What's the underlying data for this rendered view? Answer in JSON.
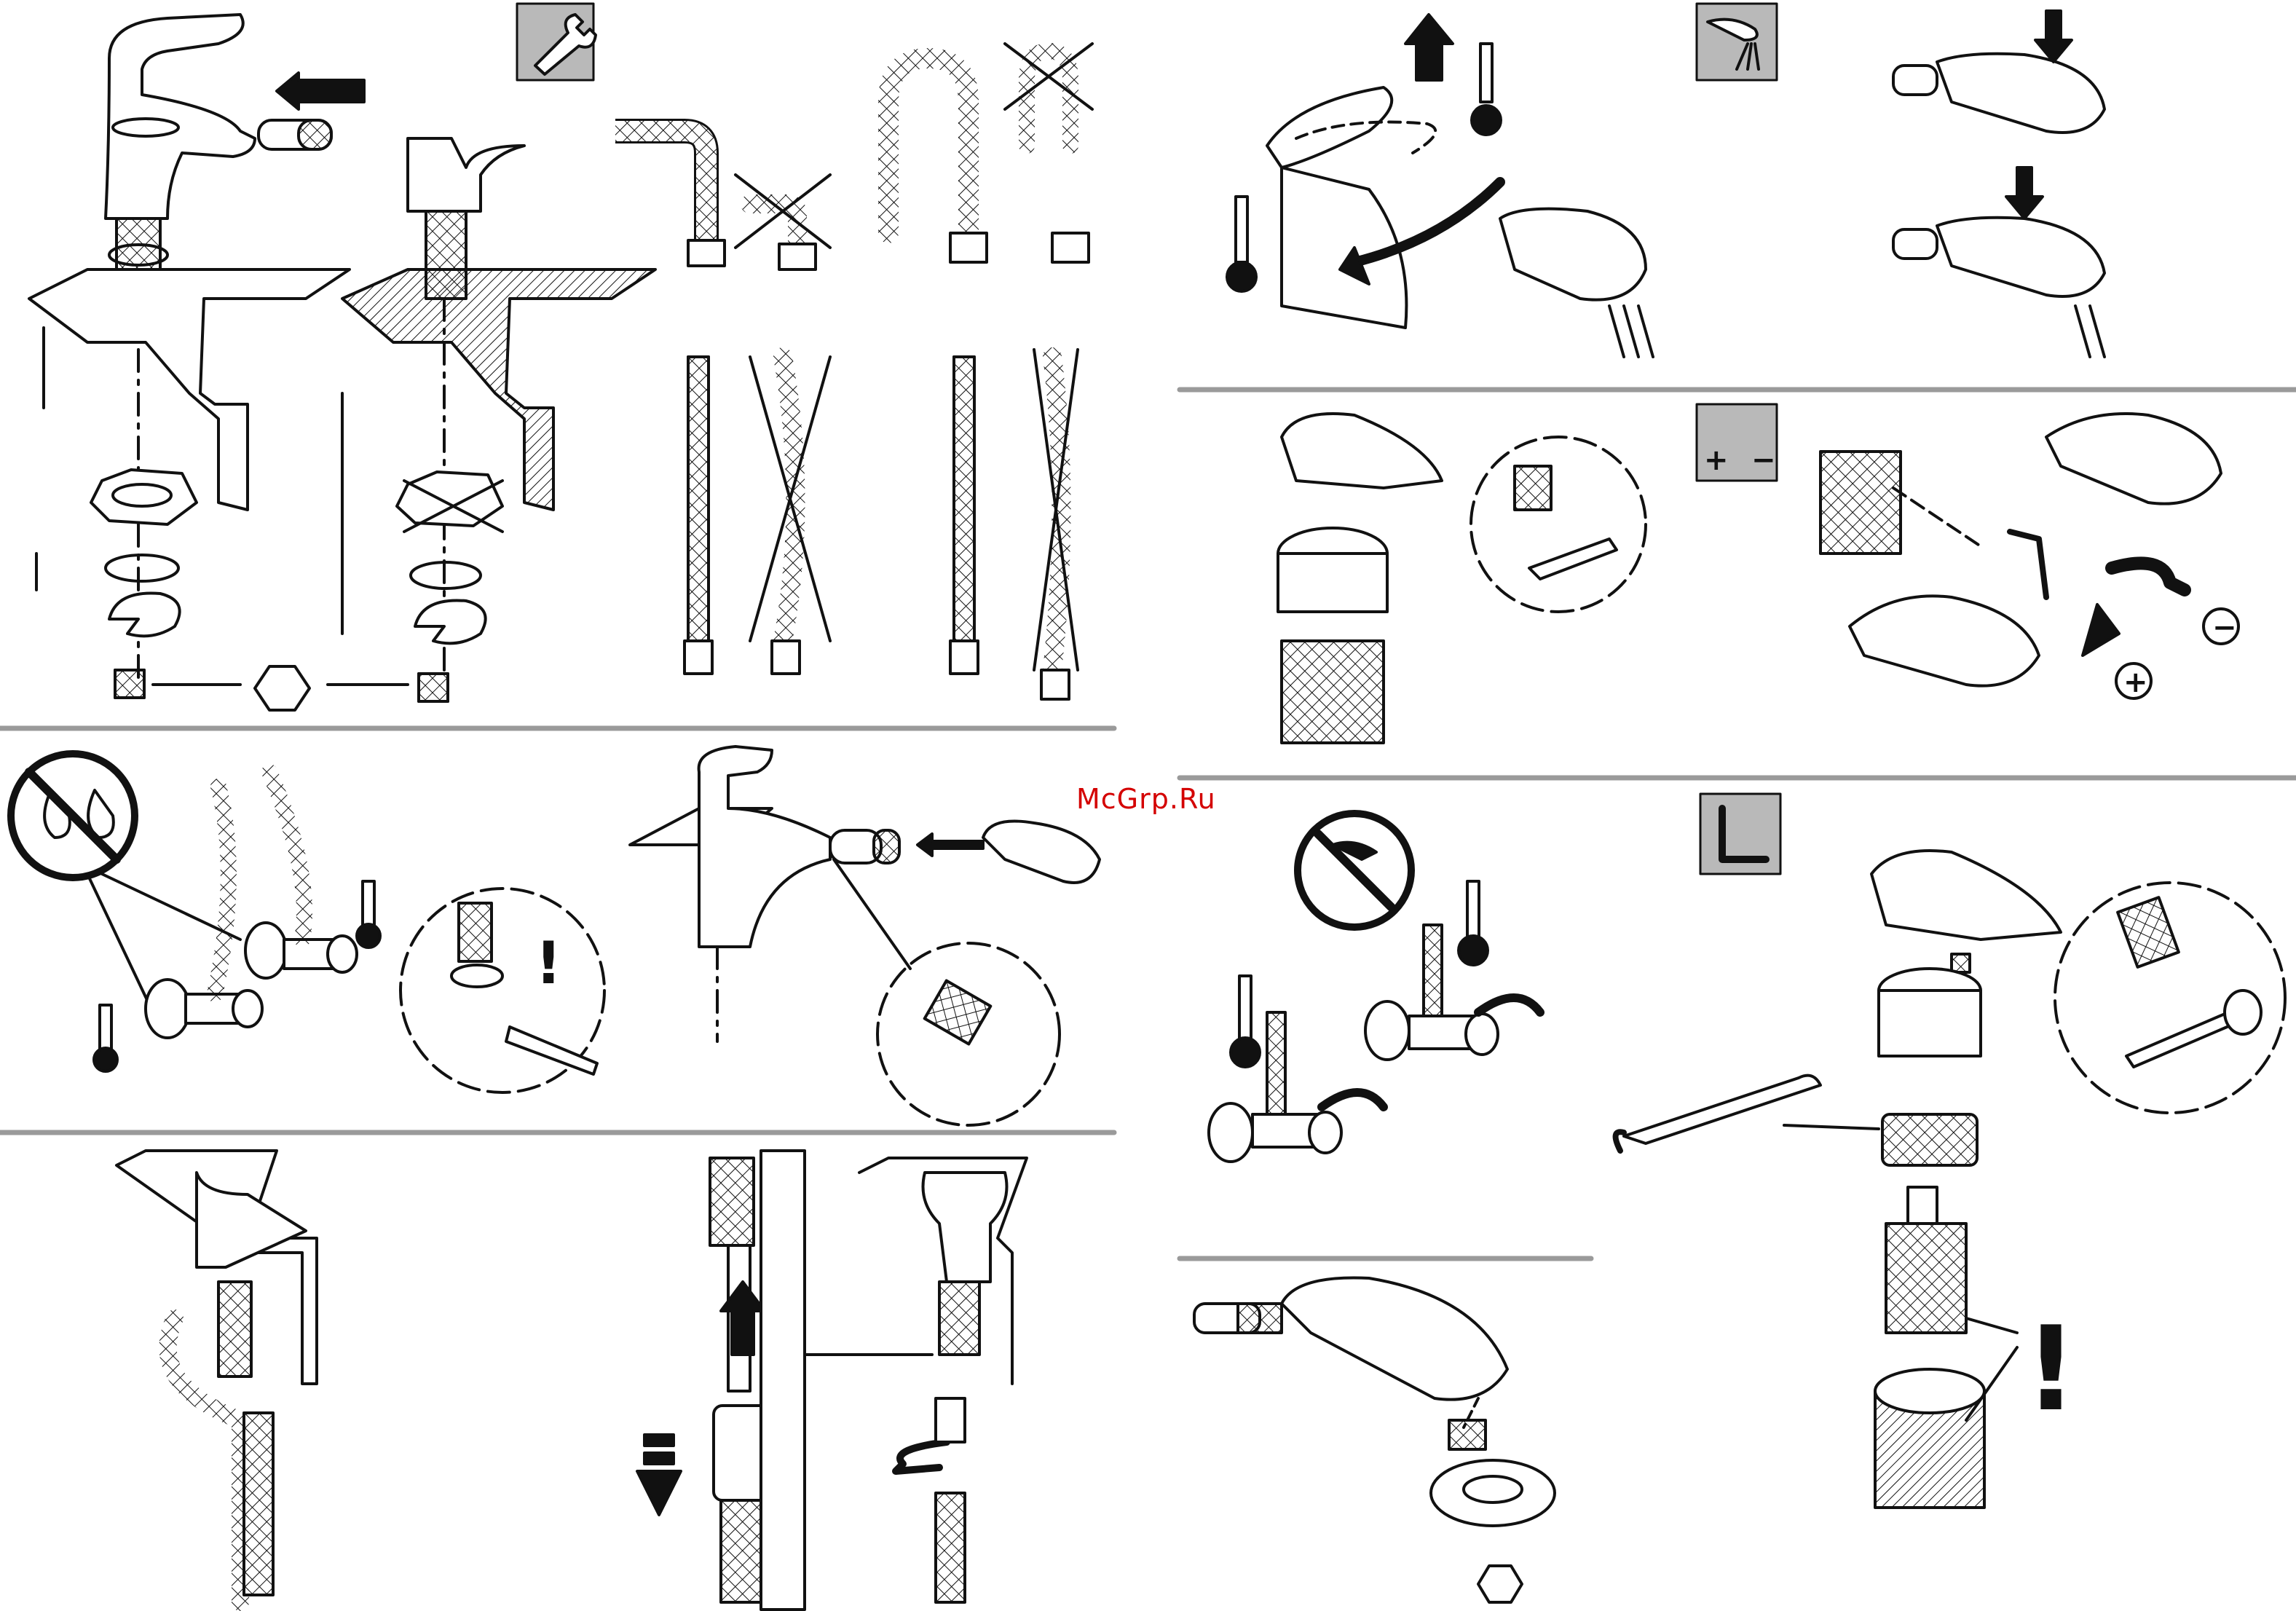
{
  "watermark": {
    "text": "McGrp.Ru",
    "color": "#d40000"
  },
  "colors": {
    "divider": "#9a9a9a",
    "ink": "#111111",
    "icon_box": "#b9b9b9"
  },
  "panels": {
    "install": {
      "wrench_icon": "wrench-icon",
      "nut_icon": "hex-nut-icon"
    },
    "hose_rules": {
      "correct_icon": "hose-ok",
      "wrong_icon": "hose-cross"
    },
    "water_supply": {
      "no_water_icon": "no-water-droplets-icon",
      "warning": "!"
    },
    "connect_spray": {
      "handspray": "handspray-icon"
    },
    "hose_guide": {
      "arrow_up": "arrow-up-icon",
      "arrow_down": "arrow-down-dashed-icon"
    },
    "temperature_limit": {
      "lever": "lever-icon"
    },
    "spray_switch": {
      "spray_icon": "spray-mode-icon"
    },
    "flow_adjust": {
      "plus_sign": "+",
      "minus_sign": "−"
    },
    "flush": {
      "no_spray_icon": "no-spray-icon"
    },
    "aerator": {
      "nut_icon": "hex-nut-icon"
    },
    "cartridge_replace": {
      "hex_key_icon": "hex-key-icon",
      "warning": "!"
    }
  }
}
